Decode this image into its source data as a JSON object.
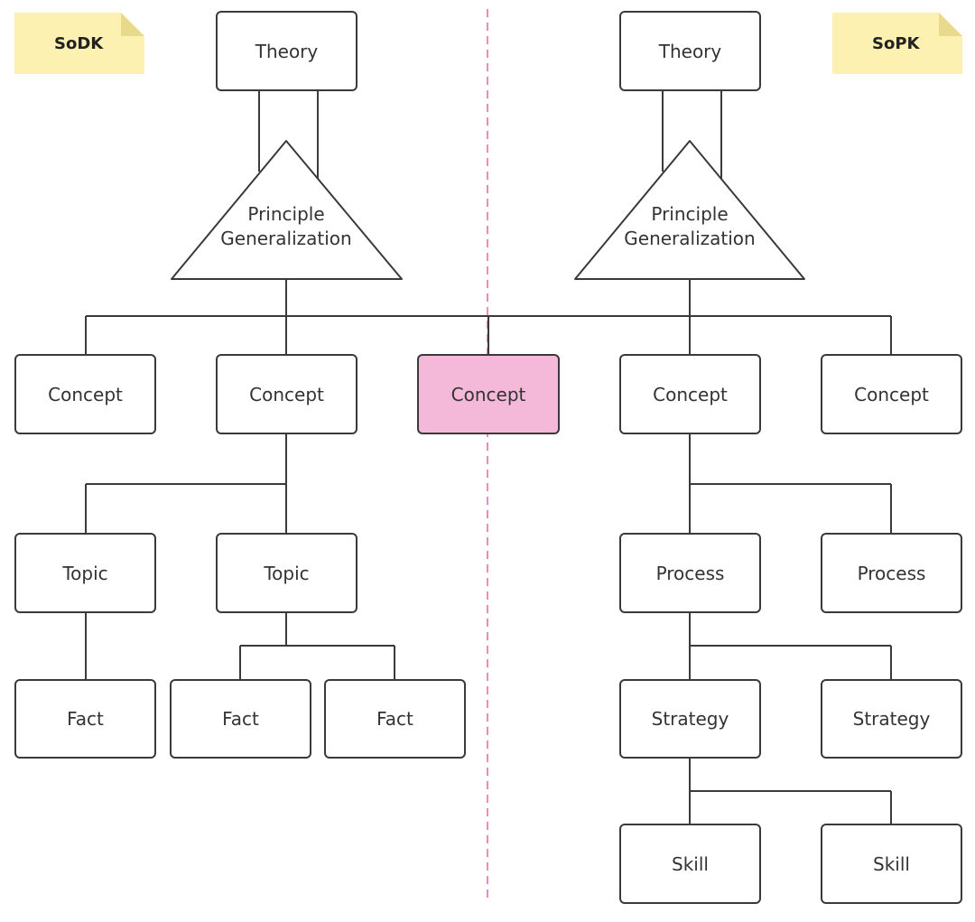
{
  "notes": {
    "left": "SoDK",
    "right": "SoPK"
  },
  "colors": {
    "note_fill": "#fcf1b0",
    "note_fold": "#e9d98a",
    "highlight_fill": "#f4b8d9",
    "divider": "#f08ab8",
    "stroke": "#3a3a3a"
  },
  "left": {
    "theory": "Theory",
    "principle_line1": "Principle",
    "principle_line2": "Generalization",
    "concept1": "Concept",
    "concept2": "Concept",
    "topic1": "Topic",
    "topic2": "Topic",
    "fact1": "Fact",
    "fact2": "Fact",
    "fact3": "Fact"
  },
  "shared": {
    "concept": "Concept"
  },
  "right": {
    "theory": "Theory",
    "principle_line1": "Principle",
    "principle_line2": "Generalization",
    "concept1": "Concept",
    "concept2": "Concept",
    "process1": "Process",
    "process2": "Process",
    "strategy1": "Strategy",
    "strategy2": "Strategy",
    "skill1": "Skill",
    "skill2": "Skill"
  }
}
